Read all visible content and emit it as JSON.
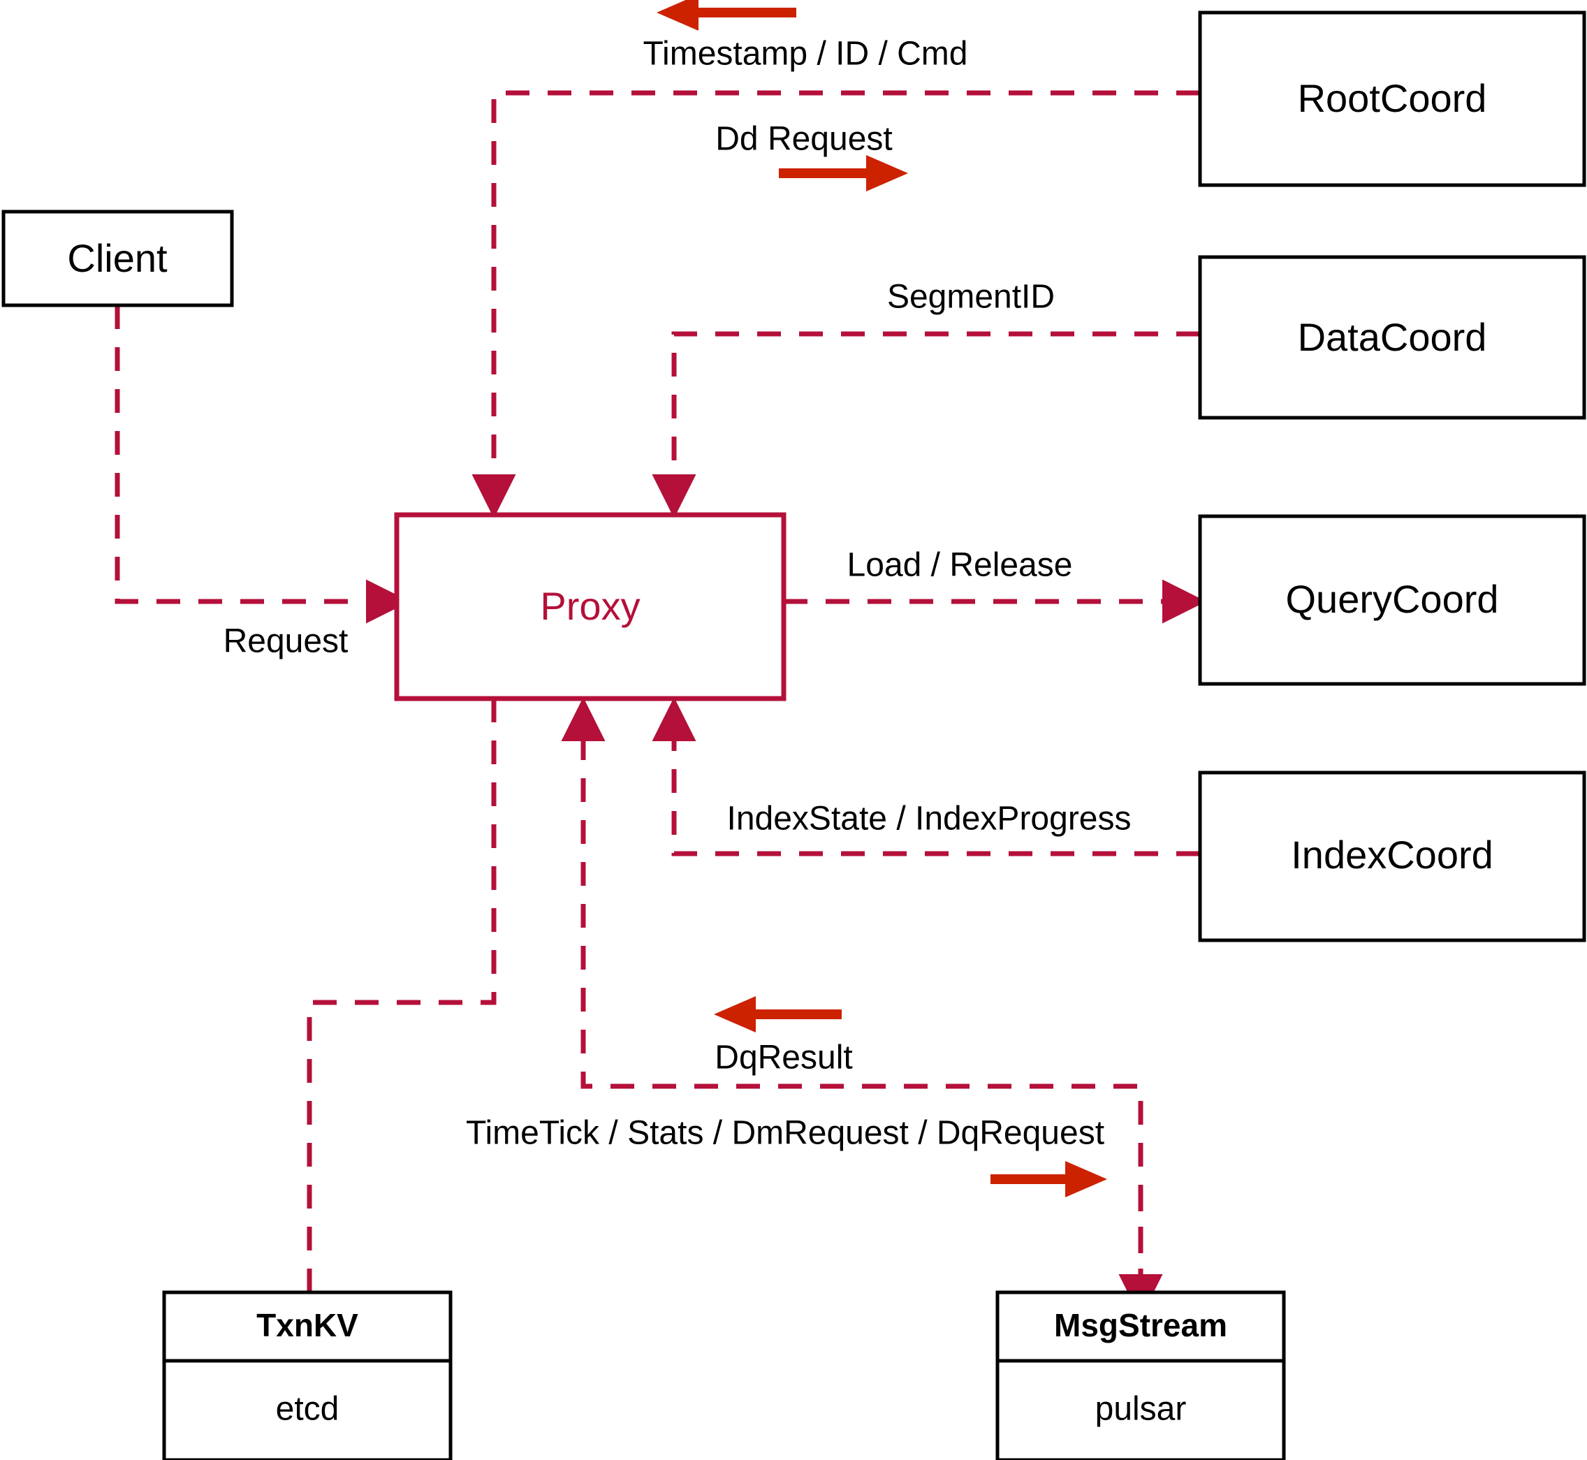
{
  "diagram": {
    "title": "Milvus Proxy interaction diagram",
    "colors": {
      "dashed_red": "#b4103a",
      "solid_red": "#cc2200",
      "box_stroke": "#000000",
      "background": "#ffffff"
    },
    "nodes": {
      "client": {
        "label": "Client"
      },
      "proxy": {
        "label": "Proxy"
      },
      "root_coord": {
        "label": "RootCoord"
      },
      "data_coord": {
        "label": "DataCoord"
      },
      "query_coord": {
        "label": "QueryCoord"
      },
      "index_coord": {
        "label": "IndexCoord"
      },
      "txnkv": {
        "label": "TxnKV",
        "impl": "etcd"
      },
      "msgstream": {
        "label": "MsgStream",
        "impl": "pulsar"
      }
    },
    "edges": [
      {
        "id": "timestamp-id-cmd",
        "label": "Timestamp / ID / Cmd",
        "from": "RootCoord",
        "to": "Proxy"
      },
      {
        "id": "dd-request",
        "label": "Dd Request",
        "from": "Proxy",
        "to": "RootCoord"
      },
      {
        "id": "segment-id",
        "label": "SegmentID",
        "from": "DataCoord",
        "to": "Proxy"
      },
      {
        "id": "request",
        "label": "Request",
        "from": "Client",
        "to": "Proxy"
      },
      {
        "id": "load-release",
        "label": "Load / Release",
        "from": "Proxy",
        "to": "QueryCoord"
      },
      {
        "id": "index-state-progress",
        "label": "IndexState / IndexProgress",
        "from": "IndexCoord",
        "to": "Proxy"
      },
      {
        "id": "dq-result",
        "label": "DqResult",
        "from": "MsgStream",
        "to": "Proxy"
      },
      {
        "id": "timetick-stats-dm-dq",
        "label": "TimeTick / Stats / DmRequest / DqRequest",
        "from": "Proxy",
        "to": "MsgStream"
      }
    ]
  }
}
